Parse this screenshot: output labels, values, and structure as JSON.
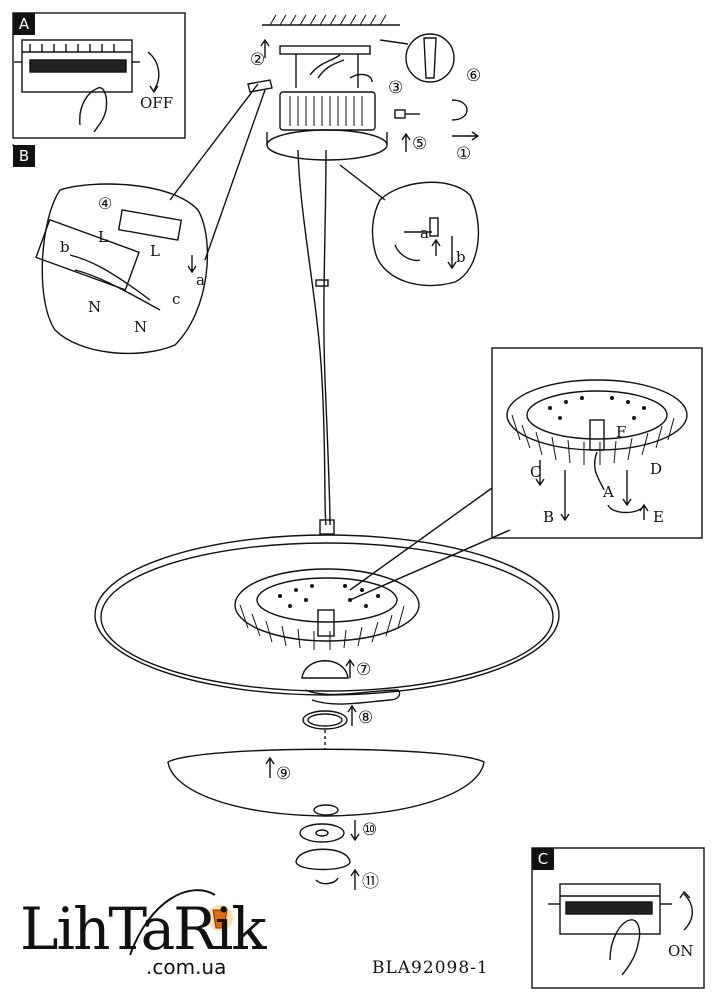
{
  "inset_a": {
    "tag": "A",
    "switch_text": "OFF"
  },
  "inset_b": {
    "tag": "B",
    "step": "④",
    "L1": "L",
    "L2": "L",
    "N1": "N",
    "N2": "N",
    "a": "a",
    "b": "b",
    "c": "c"
  },
  "inset_c": {
    "tag": "C",
    "switch_text": "ON"
  },
  "screw_detail": {
    "a": "a",
    "b": "b"
  },
  "module_detail": {
    "A": "A",
    "B": "B",
    "C": "C",
    "D": "D",
    "E": "E",
    "F": "F"
  },
  "steps": {
    "s1": "①",
    "s2": "②",
    "s3": "③",
    "s5": "⑤",
    "s6": "⑥",
    "s7": "⑦",
    "s8": "⑧",
    "s9": "⑨",
    "s10": "⑩",
    "s11": "⑪"
  },
  "brand": {
    "name": "LihTaRik",
    "domain": ".com.ua"
  },
  "model_code": "BLA92098-1"
}
